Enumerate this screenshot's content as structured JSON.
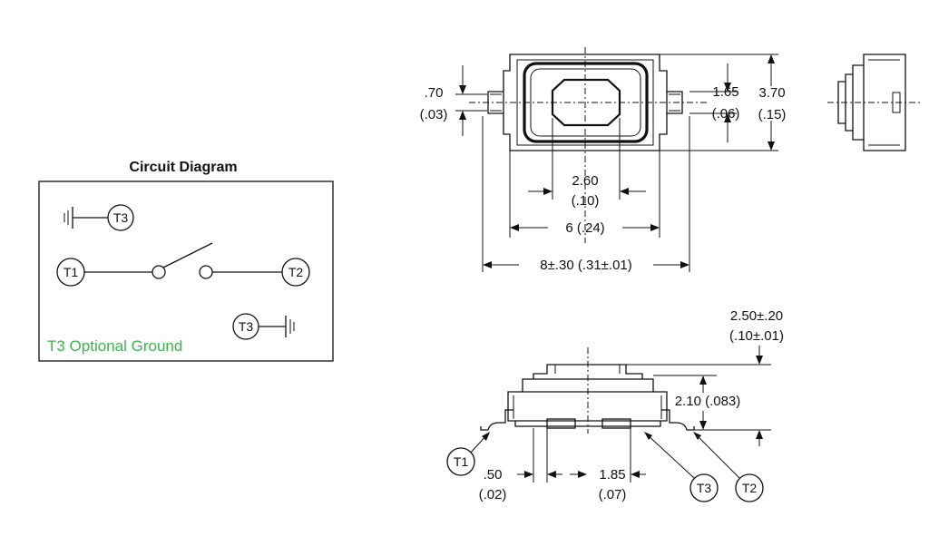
{
  "circuit": {
    "title": "Circuit Diagram",
    "t1": "T1",
    "t2": "T2",
    "t3_top": "T3",
    "t3_bottom": "T3",
    "note": "T3 Optional Ground",
    "note_color": "#3ab54a"
  },
  "top_view": {
    "dim_070": ".70",
    "dim_070_in": "(.03)",
    "dim_165": "1.65",
    "dim_165_in": "(.06)",
    "dim_370": "3.70",
    "dim_370_in": "(.15)",
    "dim_260": "2.60",
    "dim_260_in": "(.10)",
    "dim_6": "6 (.24)",
    "dim_8": "8±.30 (.31±.01)"
  },
  "side_view": {
    "dim_250": "2.50±.20",
    "dim_250_in": "(.10±.01)",
    "dim_210": "2.10 (.083)",
    "dim_050": ".50",
    "dim_050_in": "(.02)",
    "dim_185": "1.85",
    "dim_185_in": "(.07)",
    "t1": "T1",
    "t3": "T3",
    "t2": "T2"
  }
}
